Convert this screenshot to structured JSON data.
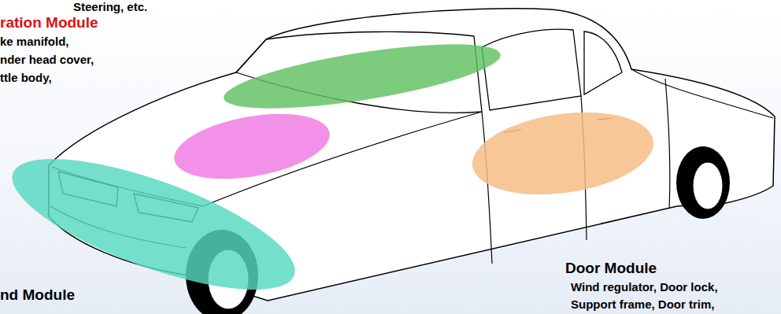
{
  "diagram": {
    "labels": [
      "Steering, etc.",
      "ration Module",
      "ke manifold,",
      "nder head cover,",
      "ttle body,",
      "nd Module",
      "Door Module",
      "Wind regulator, Door lock,",
      "Support frame, Door trim,"
    ]
  }
}
